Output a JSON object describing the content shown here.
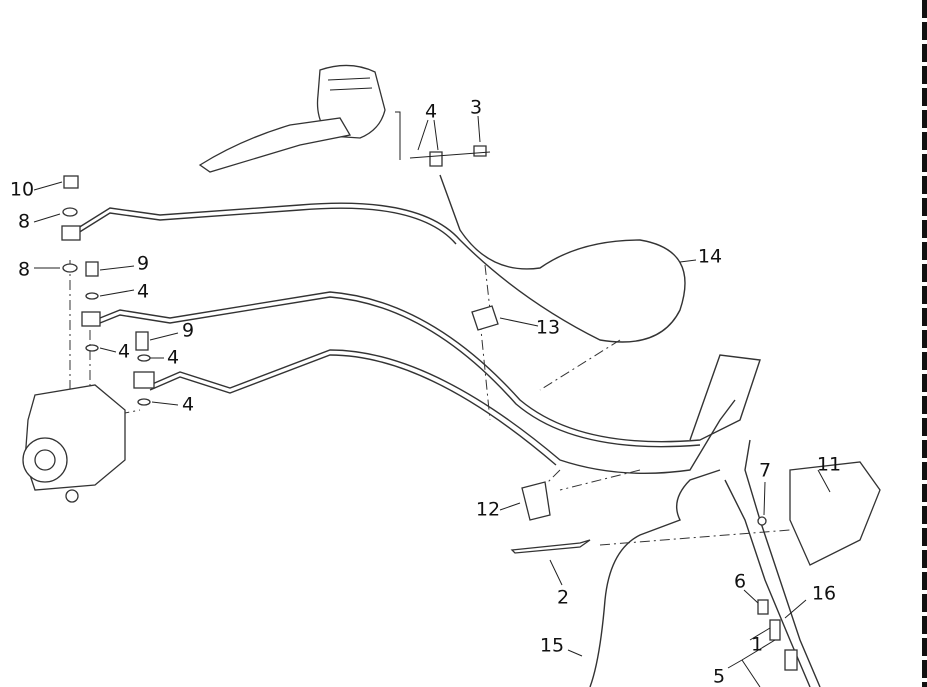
{
  "diagram": {
    "title": "Brake hoses and ABS modulator exploded parts diagram",
    "callouts": [
      {
        "id": "c10",
        "text": "10"
      },
      {
        "id": "c8a",
        "text": "8"
      },
      {
        "id": "c8b",
        "text": "8"
      },
      {
        "id": "c9a",
        "text": "9"
      },
      {
        "id": "c4a",
        "text": "4"
      },
      {
        "id": "c4b",
        "text": "4"
      },
      {
        "id": "c9b",
        "text": "9"
      },
      {
        "id": "c4c",
        "text": "4"
      },
      {
        "id": "c4d",
        "text": "4"
      },
      {
        "id": "c4e",
        "text": "4"
      },
      {
        "id": "c3",
        "text": "3"
      },
      {
        "id": "c14",
        "text": "14"
      },
      {
        "id": "c13",
        "text": "13"
      },
      {
        "id": "c11",
        "text": "11"
      },
      {
        "id": "c7",
        "text": "7"
      },
      {
        "id": "c12",
        "text": "12"
      },
      {
        "id": "c2",
        "text": "2"
      },
      {
        "id": "c6",
        "text": "6"
      },
      {
        "id": "c16",
        "text": "16"
      },
      {
        "id": "c1",
        "text": "1"
      },
      {
        "id": "c15",
        "text": "15"
      },
      {
        "id": "c5",
        "text": "5"
      }
    ]
  }
}
